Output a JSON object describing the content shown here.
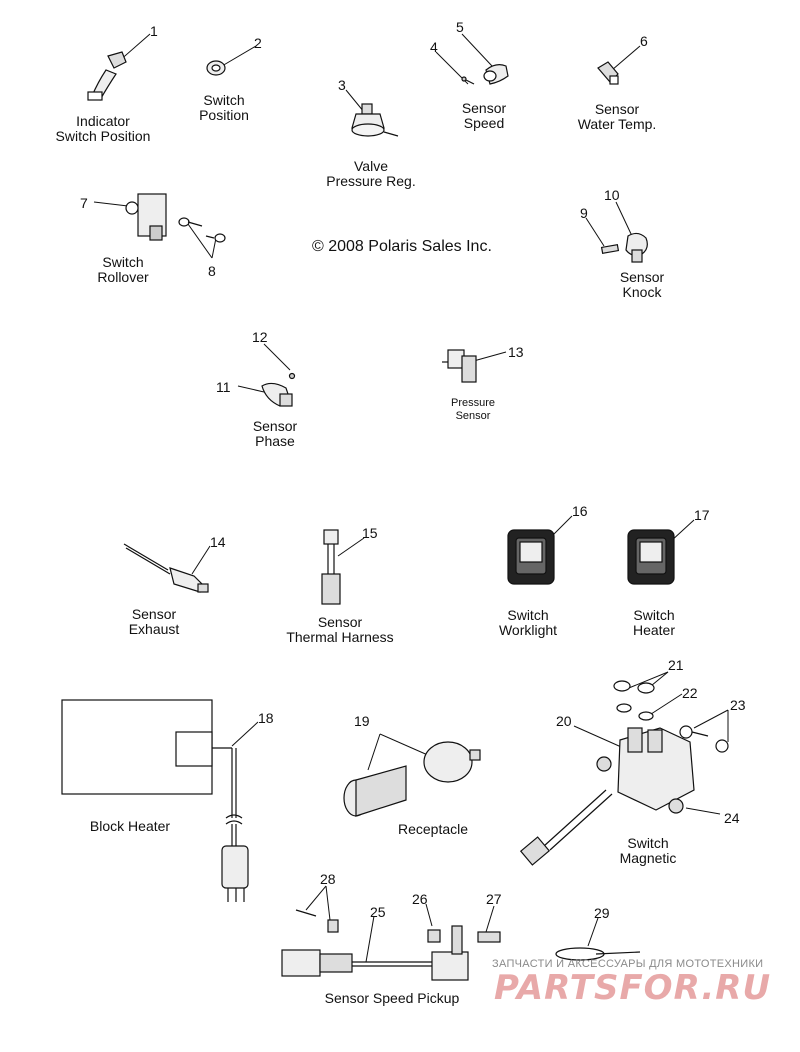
{
  "copyright": "© 2008 Polaris Sales Inc.",
  "callouts": [
    "1",
    "2",
    "3",
    "4",
    "5",
    "6",
    "7",
    "8",
    "9",
    "10",
    "11",
    "12",
    "13",
    "14",
    "15",
    "16",
    "17",
    "18",
    "19",
    "20",
    "21",
    "22",
    "23",
    "24",
    "25",
    "26",
    "27",
    "28",
    "29"
  ],
  "labels": {
    "indicator_switch_position": [
      "Indicator",
      "Switch Position"
    ],
    "switch_position": [
      "Switch",
      "Position"
    ],
    "valve_pressure_reg": [
      "Valve",
      "Pressure Reg."
    ],
    "sensor_speed": [
      "Sensor",
      "Speed"
    ],
    "sensor_water_temp": [
      "Sensor",
      "Water Temp."
    ],
    "switch_rollover": [
      "Switch",
      "Rollover"
    ],
    "sensor_knock": [
      "Sensor",
      "Knock"
    ],
    "sensor_phase": [
      "Sensor",
      "Phase"
    ],
    "pressure_sensor": [
      "Pressure",
      "Sensor"
    ],
    "sensor_exhaust": [
      "Sensor",
      "Exhaust"
    ],
    "sensor_thermal_harness": [
      "Sensor",
      "Thermal Harness"
    ],
    "switch_worklight": [
      "Switch",
      "Worklight"
    ],
    "switch_heater": [
      "Switch",
      "Heater"
    ],
    "block_heater": "Block Heater",
    "receptacle": "Receptacle",
    "switch_magnetic": [
      "Switch",
      "Magnetic"
    ],
    "sensor_speed_pickup": "Sensor Speed Pickup"
  },
  "watermark": {
    "small": "ЗАПЧАСТИ И АКСЕССУАРЫ ДЛЯ МОТОТЕХНИКИ",
    "big": "PARTSFOR.RU"
  }
}
